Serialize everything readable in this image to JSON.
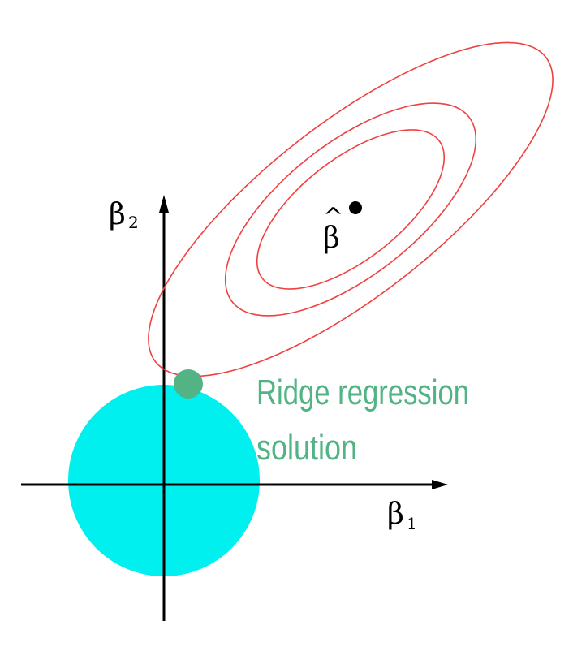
{
  "labels": {
    "beta2": "β",
    "beta2_sub": "2",
    "beta1": "β",
    "beta1_sub": "1",
    "beta_hat": "β",
    "beta_hat_accent": "^",
    "annotation_line1": "Ridge regression",
    "annotation_line2": "solution"
  },
  "colors": {
    "constraint_region": "#00f0f0",
    "contours": "#f04040",
    "solution_point": "#52b385",
    "annotation_text": "#52b385",
    "axes": "#000000"
  }
}
